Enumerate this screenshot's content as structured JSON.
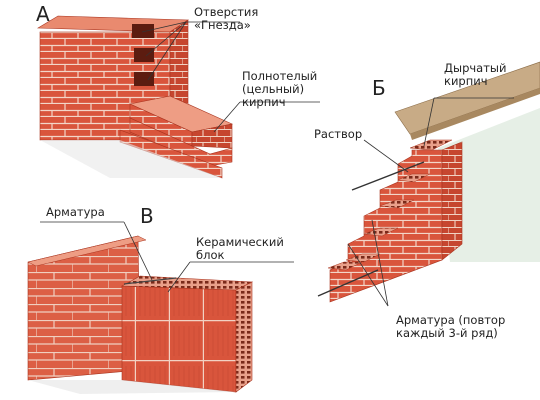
{
  "sections": [
    {
      "letter": "А"
    },
    {
      "letter": "Б"
    },
    {
      "letter": "В"
    }
  ],
  "labels": {
    "nests": [
      "Отверстия",
      "«Гнезда»"
    ],
    "solid_brick": [
      "Полнотелый",
      "(цельный)",
      "кирпич"
    ],
    "hollow_brick": [
      "Дырчатый",
      "кирпич"
    ],
    "mortar": "Раствор",
    "rebar_b": [
      "Арматура (повтор",
      "каждый 3-й ряд)"
    ],
    "rebar_v": "Арматура",
    "ceramic_block": [
      "Керамический",
      "блок"
    ]
  },
  "colors": {
    "brick": "#d9553c",
    "brick_light": "#e98a6f",
    "brick_dark": "#a9341f",
    "mortar": "#f1dccd",
    "wall_shadow": "#e6efe6",
    "ceiling": "#c8ab86"
  }
}
